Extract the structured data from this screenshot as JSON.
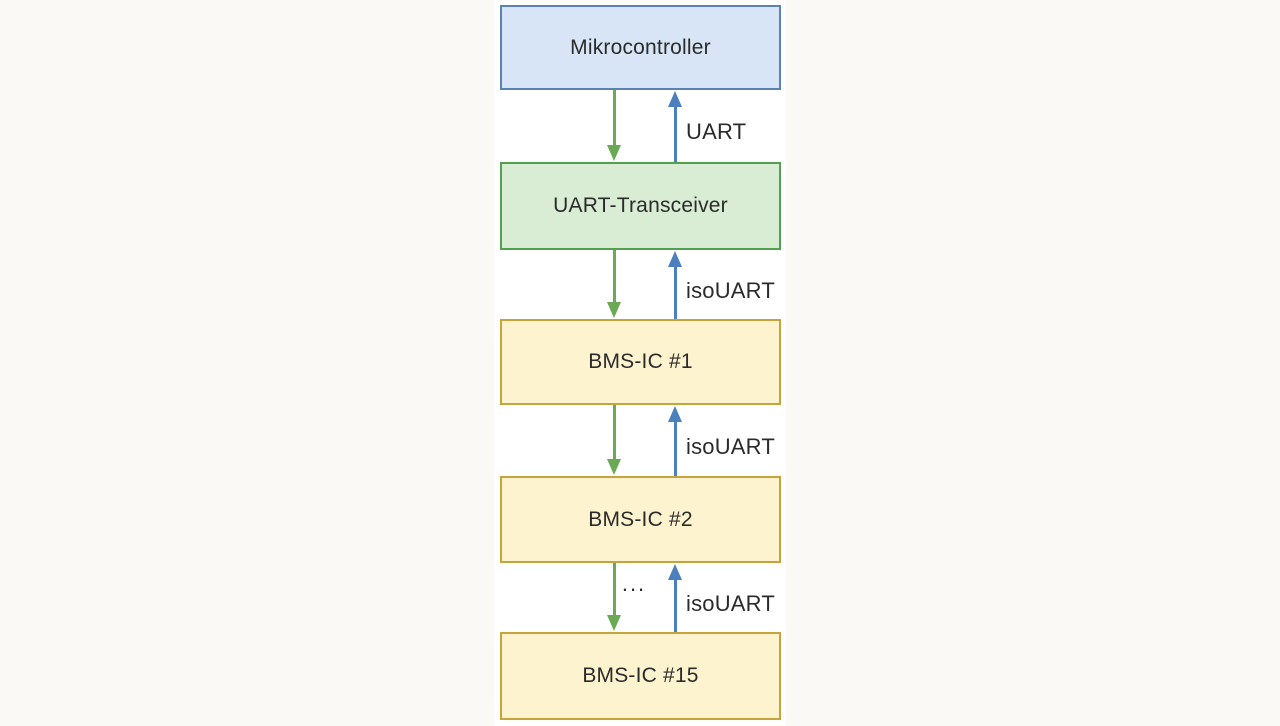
{
  "page": {
    "background": "#faf9f6",
    "band_background": "#ffffff"
  },
  "diagram": {
    "nodes": [
      {
        "id": "mikrocontroller",
        "label": "Mikrocontroller",
        "fill": "#d7e5f6",
        "stroke": "#5a83b4"
      },
      {
        "id": "uart-transceiver",
        "label": "UART-Transceiver",
        "fill": "#d9ecd4",
        "stroke": "#53a050"
      },
      {
        "id": "bms-ic-1",
        "label": "BMS-IC #1",
        "fill": "#fdf3cf",
        "stroke": "#c7a33c"
      },
      {
        "id": "bms-ic-2",
        "label": "BMS-IC #2",
        "fill": "#fdf3cf",
        "stroke": "#c7a33c"
      },
      {
        "id": "bms-ic-15",
        "label": "BMS-IC #15",
        "fill": "#fdf3cf",
        "stroke": "#c7a33c"
      }
    ],
    "links": [
      {
        "from": "mikrocontroller",
        "to": "uart-transceiver",
        "label": "UART"
      },
      {
        "from": "uart-transceiver",
        "to": "bms-ic-1",
        "label": "isoUART"
      },
      {
        "from": "bms-ic-1",
        "to": "bms-ic-2",
        "label": "isoUART"
      },
      {
        "from": "bms-ic-2",
        "to": "bms-ic-15",
        "label": "isoUART",
        "ellipsis": "..."
      }
    ],
    "colors": {
      "down_arrow": "#6aaa54",
      "up_arrow": "#4c80bd",
      "text": "#2b2b2b"
    }
  }
}
